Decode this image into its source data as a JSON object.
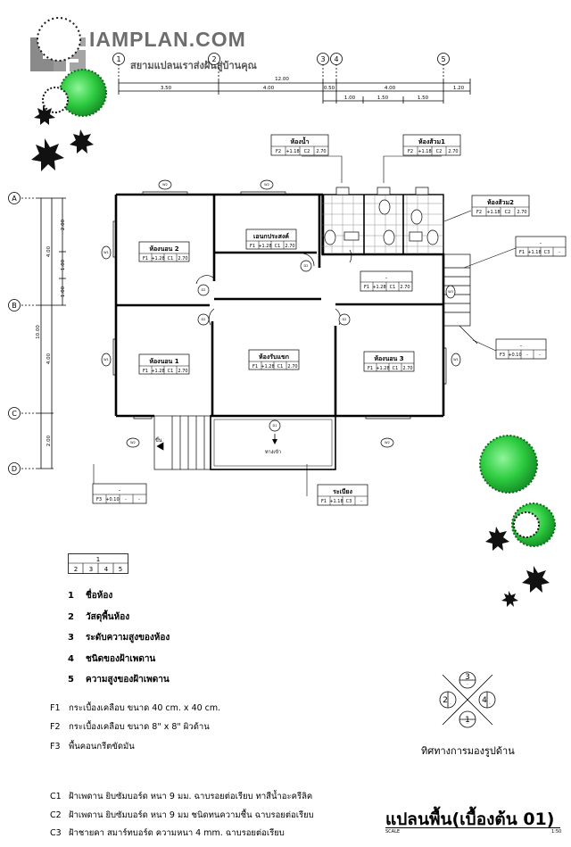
{
  "brand": {
    "logo_text": "IAMPLAN.COM",
    "tagline": "สยามแปลนเราส่งฝันสู่บ้านคุณ"
  },
  "grid": {
    "columns": [
      "1",
      "2",
      "3",
      "4",
      "5"
    ],
    "rows": [
      "A",
      "B",
      "C",
      "D"
    ]
  },
  "dimensions": {
    "total_width": "12.00",
    "top": [
      "3.50",
      "4.00",
      "0.50",
      "4.00",
      "1.20"
    ],
    "top_sub": [
      "1.00",
      "1.50",
      "1.50"
    ],
    "total_depth": "10.00",
    "left": [
      "4.00",
      "4.00",
      "2.00"
    ],
    "left_sub": [
      "2.00",
      "1.00",
      "1.00"
    ]
  },
  "rooms": [
    {
      "name": "ห้องนอน 2",
      "f": "F1",
      "level": "+1.28",
      "c": "C1",
      "h": "2.70"
    },
    {
      "name": "เอนกประสงค์",
      "f": "F1",
      "level": "+1.28",
      "c": "C1",
      "h": "2.70"
    },
    {
      "name": "ห้องนอน 1",
      "f": "F1",
      "level": "+1.28",
      "c": "C1",
      "h": "2.70"
    },
    {
      "name": "ห้องรับแขก",
      "f": "F1",
      "level": "+1.28",
      "c": "C1",
      "h": "2.70"
    },
    {
      "name": "ห้องนอน 3",
      "f": "F1",
      "level": "+1.28",
      "c": "C1",
      "h": "2.70"
    }
  ],
  "callouts": [
    {
      "name": "ห้องน้ำ",
      "f": "F2",
      "level": "+1.18",
      "c": "C2",
      "h": "2.70"
    },
    {
      "name": "ห้องส้วม1",
      "f": "F2",
      "level": "+1.18",
      "c": "C2",
      "h": "2.70"
    },
    {
      "name": "ห้องส้วม2",
      "f": "F2",
      "level": "+1.18",
      "c": "C2",
      "h": "2.70"
    },
    {
      "name": "-",
      "f": "F1",
      "level": "+1.18",
      "c": "C3",
      "h": "-"
    },
    {
      "name": "-",
      "f": "F1",
      "level": "+1.28",
      "c": "C1",
      "h": "2.70"
    },
    {
      "name": "-",
      "f": "F3",
      "level": "+0.10",
      "c": "-",
      "h": "-"
    },
    {
      "name": "-",
      "f": "F3",
      "level": "+0.10",
      "c": "-",
      "h": "-"
    },
    {
      "name": "ระเบียง",
      "f": "F1",
      "level": "+1.18",
      "c": "C3",
      "h": "-"
    }
  ],
  "window_tags": [
    "W1",
    "W2",
    "W3",
    "D1",
    "D2"
  ],
  "annotations": {
    "up": "ขึ้น",
    "entry": "ทางเข้า"
  },
  "key_box": {
    "top": "1",
    "cells": [
      "2",
      "3",
      "4",
      "5"
    ]
  },
  "legend": [
    {
      "n": "1",
      "text": "ชื่อห้อง"
    },
    {
      "n": "2",
      "text": "วัสดุพื้นห้อง"
    },
    {
      "n": "3",
      "text": "ระดับความสูงของห้อง"
    },
    {
      "n": "4",
      "text": "ชนิดของฝ้าเพดาน"
    },
    {
      "n": "5",
      "text": "ความสูงของฝ้าเพดาน"
    }
  ],
  "floor_notes": [
    {
      "code": "F1",
      "text": "กระเบื้องเคลือบ ขนาด 40 cm. x 40 cm."
    },
    {
      "code": "F2",
      "text": "กระเบื้องเคลือบ ขนาด 8\" x 8\" ผิวด้าน"
    },
    {
      "code": "F3",
      "text": "พื้นคอนกรีตขัดมัน"
    }
  ],
  "ceiling_notes": [
    {
      "code": "C1",
      "text": "ฝ้าเพดาน ยิบซัมบอร์ด หนา 9 มม. ฉาบรอยต่อเรียบ ทาสีน้ำอะครีลิค"
    },
    {
      "code": "C2",
      "text": "ฝ้าเพดาน ยิบซัมบอร์ด หนา 9 มม ชนิดทนความชื้น ฉาบรอยต่อเรียบ"
    },
    {
      "code": "C3",
      "text": "ฝ้าชายคา สมาร์ทบอร์ด ความหนา 4 mm. ฉาบรอยต่อเรียบ"
    }
  ],
  "compass": {
    "n": [
      "3",
      "2",
      "4",
      "1"
    ],
    "caption": "ทิศทางการมองรูปด้าน"
  },
  "title": {
    "text": "แปลนพื้น(เบื้องต้น 01)",
    "scale_label": "SCALE",
    "scale_value": "1:50"
  },
  "colors": {
    "line": "#000000",
    "tree_green": "#2ecc40",
    "tree_dark": "#0e6b1a"
  }
}
